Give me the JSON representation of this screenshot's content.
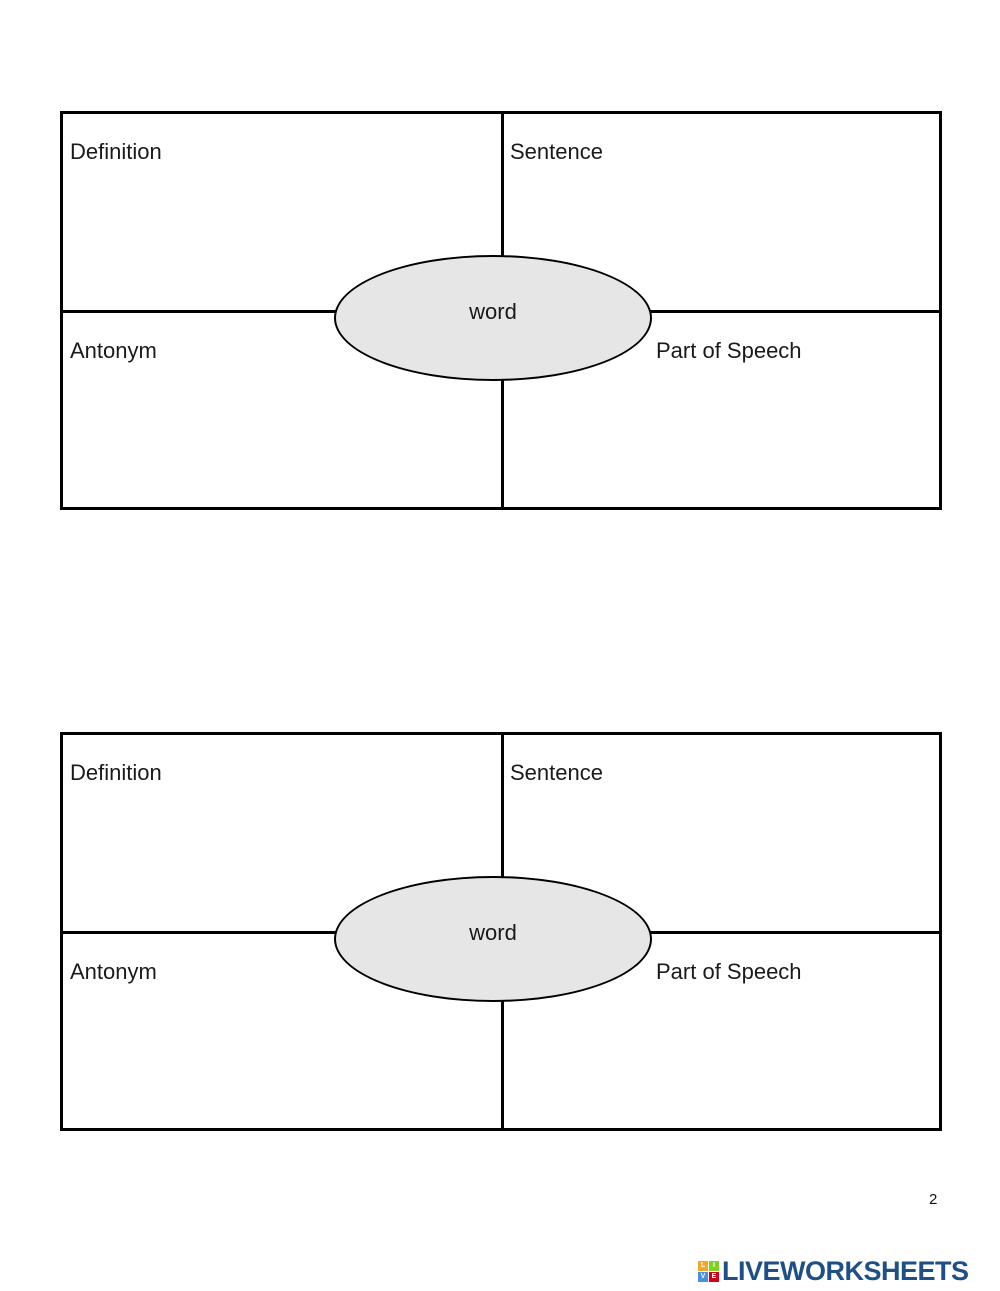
{
  "organizers": [
    {
      "definition_label": "Definition",
      "sentence_label": "Sentence",
      "antonym_label": "Antonym",
      "part_of_speech_label": "Part of Speech",
      "center_word": "word"
    },
    {
      "definition_label": "Definition",
      "sentence_label": "Sentence",
      "antonym_label": "Antonym",
      "part_of_speech_label": "Part of Speech",
      "center_word": "word"
    }
  ],
  "page_number": "2",
  "brand": {
    "name": "LIVEWORKSHEETS",
    "mark_letters": [
      "L",
      "I",
      "V",
      "E"
    ],
    "mark_colors": [
      "#f5a623",
      "#7ed321",
      "#4a90e2",
      "#d0021b"
    ],
    "text_color": "#1e4f86"
  },
  "colors": {
    "oval_fill": "#e6e6e6",
    "lines": "#000000"
  }
}
